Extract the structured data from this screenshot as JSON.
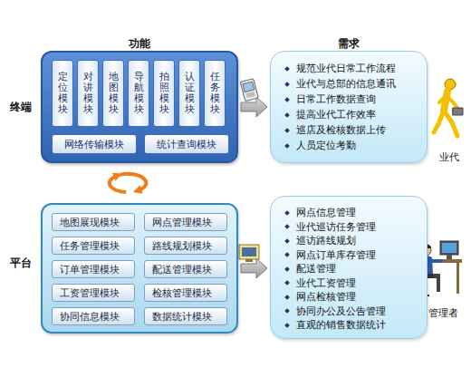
{
  "diagram": {
    "nodes": [
      {
        "text": [
          "终端"
        ]
      },
      {
        "text": [
          "定位模块"
        ],
        "in": 0
      },
      {
        "text": [
          "对讲模块"
        ],
        "in": 0
      },
      {
        "text": [
          "地图模块"
        ],
        "in": 0
      },
      {
        "text": [
          "导航模块"
        ],
        "in": 0
      },
      {
        "text": [
          "拍照模块"
        ],
        "in": 0
      },
      {
        "text": [
          "认证模块"
        ],
        "in": 0
      },
      {
        "text": [
          "任务模块"
        ],
        "in": 0
      },
      {
        "text": [
          "网络传输模块"
        ],
        "in": 0
      },
      {
        "text": [
          "统计查询模块"
        ],
        "in": 0
      },
      {
        "text": [
          "规范业代日常工作流程",
          "业代与总部的信息通讯",
          "日常工作数据查询",
          "提高业代工作效率",
          "巡店及检核数据上传",
          "人员定位考勤"
        ]
      },
      {
        "text": [
          "平台"
        ]
      },
      {
        "text": [
          "地图展现模块"
        ],
        "in": 11
      },
      {
        "text": [
          "网点管理模块"
        ],
        "in": 11
      },
      {
        "text": [
          "任务管理模块"
        ],
        "in": 11
      },
      {
        "text": [
          "路线规划模块"
        ],
        "in": 11
      },
      {
        "text": [
          "订单管理模块"
        ],
        "in": 11
      },
      {
        "text": [
          "配送管理模块"
        ],
        "in": 11
      },
      {
        "text": [
          "工资管理模块"
        ],
        "in": 11
      },
      {
        "text": [
          "检核管理模块"
        ],
        "in": 11
      },
      {
        "text": [
          "协同信息模块"
        ],
        "in": 11
      },
      {
        "text": [
          "数据统计模块"
        ],
        "in": 11
      },
      {
        "text": [
          "网点信息管理",
          "业代巡访任务管理",
          "巡访路线规划",
          "网点订单库存管理",
          "配送管理",
          "业代工资管理",
          "网点检核管理",
          "协同办公及公告管理",
          "直观的销售数据统计"
        ]
      }
    ],
    "edges": [
      {
        "from": 0,
        "to": 10,
        "arrow": "to"
      },
      {
        "from": 11,
        "to": 22,
        "arrow": "to"
      },
      {
        "from": 0,
        "to": 11,
        "arrow": "both"
      }
    ],
    "labels": [
      "功能",
      "需求",
      "业代",
      "管理者"
    ]
  }
}
